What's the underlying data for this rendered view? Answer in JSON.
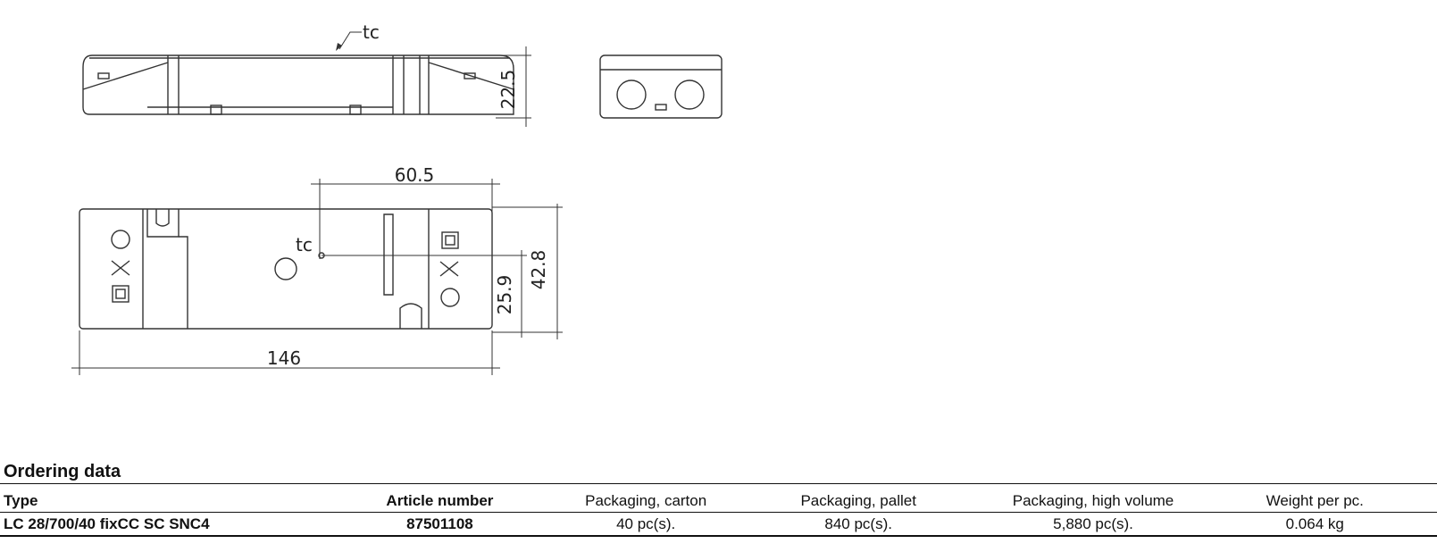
{
  "drawing": {
    "tc_top": "tc",
    "tc_plan": "tc",
    "dim_height": "22.5",
    "dim_tc_x": "60.5",
    "dim_tc_y": "25.9",
    "dim_width": "42.8",
    "dim_length": "146"
  },
  "ordering": {
    "title": "Ordering data",
    "columns": [
      "Type",
      "Article number",
      "Packaging, carton",
      "Packaging, pallet",
      "Packaging, high volume",
      "Weight per pc."
    ],
    "rows": [
      [
        "LC 28/700/40 fixCC SC SNC4",
        "87501108",
        "40 pc(s).",
        "840 pc(s).",
        "5,880 pc(s).",
        "0.064 kg"
      ]
    ]
  }
}
